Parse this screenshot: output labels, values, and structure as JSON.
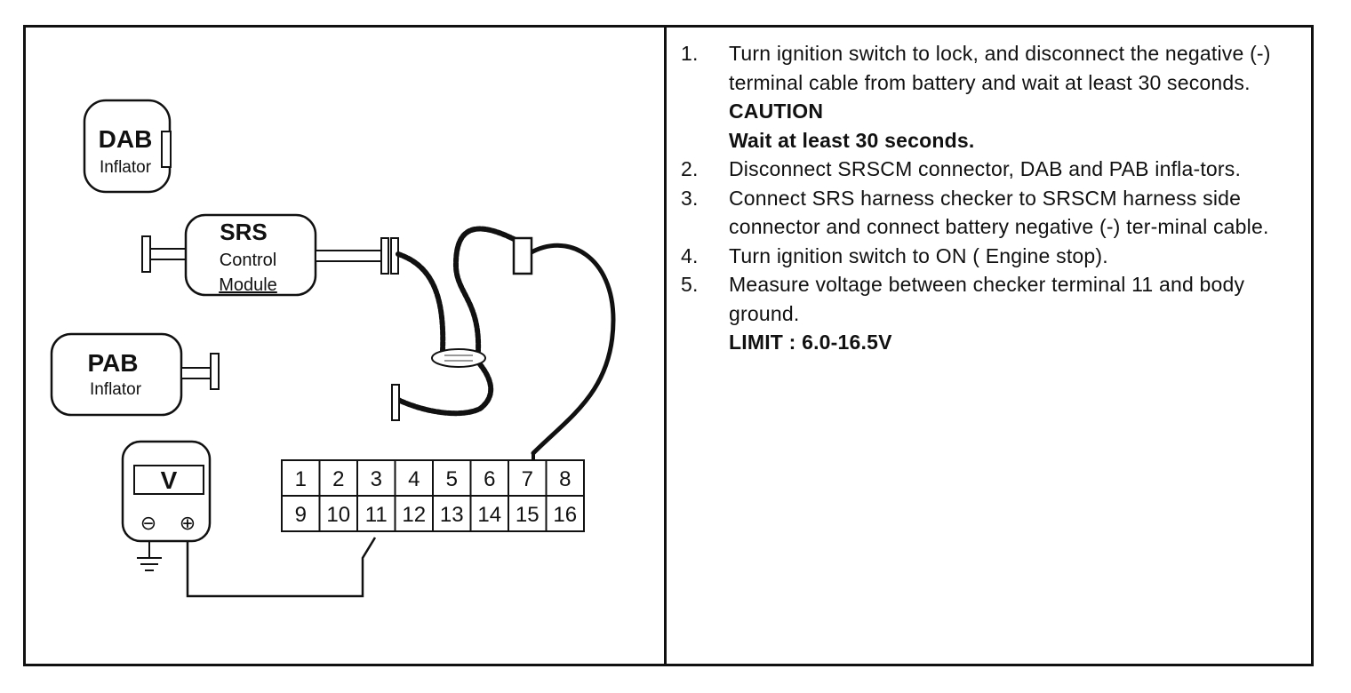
{
  "diagram": {
    "dab": {
      "title": "DAB",
      "subtitle": "Inflator"
    },
    "srs": {
      "title": "SRS",
      "line1": "Control",
      "line2": "Module"
    },
    "pab": {
      "title": "PAB",
      "subtitle": "Inflator"
    },
    "meter": {
      "symbol": "V",
      "minus": "⊖",
      "plus": "⊕"
    },
    "terminals_top": [
      "1",
      "2",
      "3",
      "4",
      "5",
      "6",
      "7",
      "8"
    ],
    "terminals_bottom": [
      "9",
      "10",
      "11",
      "12",
      "13",
      "14",
      "15",
      "16"
    ]
  },
  "steps": [
    {
      "num": "1.",
      "text": "Turn ignition switch to lock, and disconnect the negative (-) terminal cable from battery and wait at least 30 seconds.",
      "caution_label": "CAUTION",
      "caution_text": "Wait at least 30 seconds."
    },
    {
      "num": "2.",
      "text": "Disconnect SRSCM connector, DAB and PAB infla-tors."
    },
    {
      "num": "3.",
      "text": "Connect SRS harness checker to SRSCM harness side connector and connect battery negative (-) ter-minal cable."
    },
    {
      "num": "4.",
      "text": "Turn ignition switch to ON ( Engine stop)."
    },
    {
      "num": "5.",
      "text": "Measure voltage between checker terminal 11 and body ground.",
      "limit": "LIMIT : 6.0-16.5V"
    }
  ]
}
